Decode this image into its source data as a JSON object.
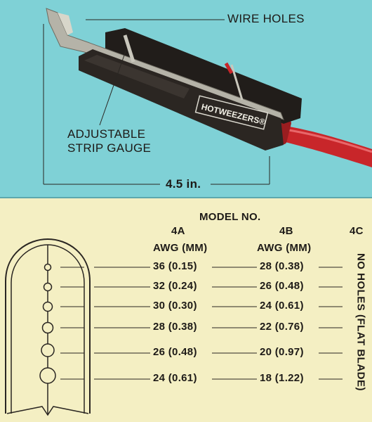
{
  "callouts": {
    "wire_holes": "WIRE HOLES",
    "strip_gauge_line1": "ADJUSTABLE",
    "strip_gauge_line2": "STRIP GAUGE",
    "length": "4.5 in."
  },
  "product": {
    "brand_logo_text": "HOTWEEZERS®"
  },
  "table": {
    "title": "MODEL NO.",
    "models": [
      "4A",
      "4B",
      "4C"
    ],
    "unit_header": "AWG (MM)",
    "rows": [
      {
        "a": "36  (0.15)",
        "b": "28  (0.38)"
      },
      {
        "a": "32  (0.24)",
        "b": "26  (0.48)"
      },
      {
        "a": "30  (0.30)",
        "b": "24  (0.61)"
      },
      {
        "a": "28  (0.38)",
        "b": "22  (0.76)"
      },
      {
        "a": "26  (0.48)",
        "b": "20  (0.97)"
      },
      {
        "a": "24  (0.61)",
        "b": "18  (1.22)"
      }
    ],
    "model_4c_note": "NO HOLES (FLAT BLADE)"
  },
  "colors": {
    "top_background": "#7fd1d6",
    "bottom_background": "#f4efc3",
    "cable": "#c8262a",
    "handle": "#2b2622"
  }
}
